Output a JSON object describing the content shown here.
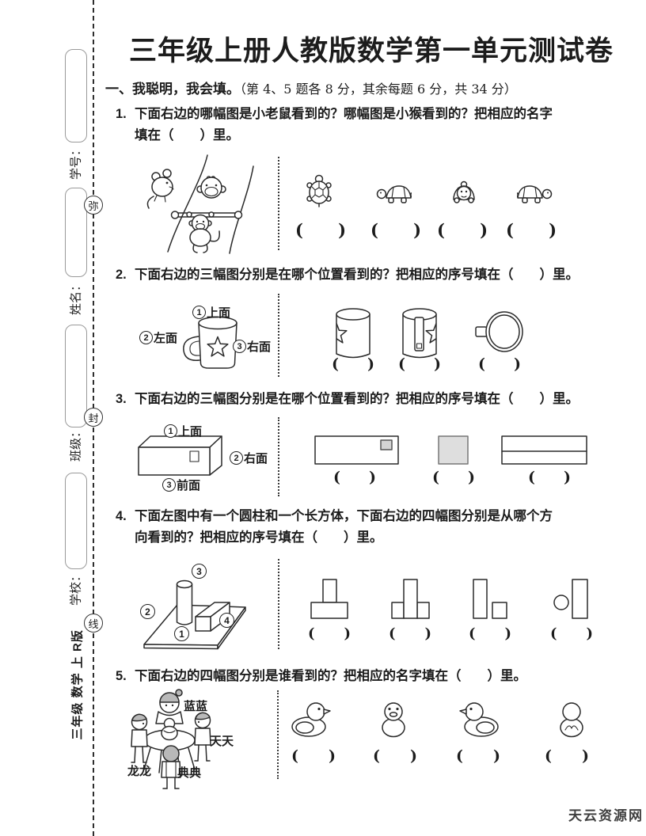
{
  "blank": {
    "open": "(",
    "close": ")"
  },
  "header": {
    "title": "三年级上册人教版数学第一单元测试卷"
  },
  "section": {
    "heading": "一、我聪明，我会填。",
    "note": "（第 4、5 题各 8 分，其余每题 6 分，共 34 分）"
  },
  "sidebar": {
    "fields": [
      "学号：",
      "姓名：",
      "班级：",
      "学校："
    ],
    "seal_chars": [
      "弥",
      "封",
      "线"
    ],
    "edition": "三年级 数学 上 R版"
  },
  "questions": [
    {
      "number": "1.",
      "lines": [
        "下面右边的哪幅图是小老鼠看到的？哪幅图是小猴看到的？把相应的名字",
        "填在（　　）里。"
      ]
    },
    {
      "number": "2.",
      "lines": [
        "下面右边的三幅图分别是在哪个位置看到的？把相应的序号填在（　　）里。"
      ]
    },
    {
      "number": "3.",
      "lines": [
        "下面右边的三幅图分别是在哪个位置看到的？把相应的序号填在（　　）里。"
      ]
    },
    {
      "number": "4.",
      "lines": [
        "下面左图中有一个圆柱和一个长方体，下面右边的四幅图分别是从哪个方",
        "向看到的？把相应的序号填在（　　）里。"
      ]
    },
    {
      "number": "5.",
      "lines": [
        "下面右边的四幅图分别是谁看到的？把相应的名字填在（　　）里。"
      ]
    }
  ],
  "q2": {
    "labels": [
      {
        "num": "1",
        "text": "上面"
      },
      {
        "num": "2",
        "text": "左面"
      },
      {
        "num": "3",
        "text": "右面"
      }
    ]
  },
  "q3": {
    "labels": [
      {
        "num": "1",
        "text": "上面"
      },
      {
        "num": "2",
        "text": "右面"
      },
      {
        "num": "3",
        "text": "前面"
      }
    ]
  },
  "q4": {
    "markers": {
      "top": "3",
      "left": "2",
      "right": "4",
      "front": "1"
    }
  },
  "q5": {
    "names": {
      "top": "蓝蓝",
      "right": "天天",
      "left": "龙龙",
      "bottom": "典典"
    }
  },
  "watermark": "天云资源网"
}
